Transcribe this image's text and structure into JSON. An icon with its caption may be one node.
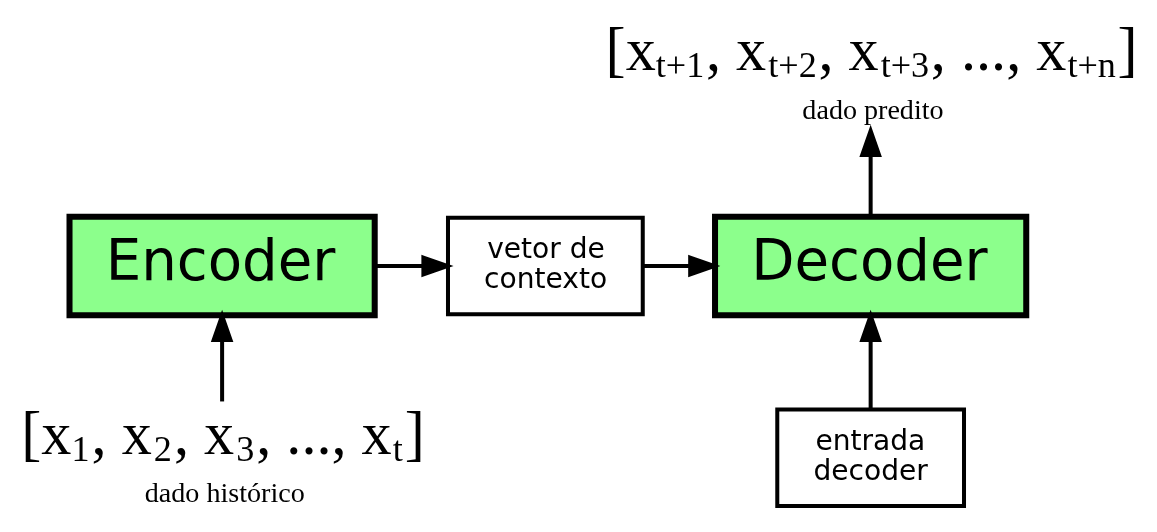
{
  "diagram": {
    "nodes": [
      {
        "text": [
          "Encoder"
        ]
      },
      {
        "text": [
          "vetor de contexto"
        ]
      },
      {
        "text": [
          "Decoder"
        ]
      },
      {
        "text": [
          "[x$_{1}$, x$_{2}$, x$_{3}$, ..., x$_{t}$]"
        ],
        "beside": [
          "dado histórico"
        ]
      },
      {
        "text": [
          "[x$_{t+1}$, x$_{t+2}$, x$_{t+3}$, ..., x$_{t+n}$]"
        ],
        "beside": [
          "dado predito"
        ]
      },
      {
        "text": [
          "entrada decoder"
        ]
      }
    ],
    "edges": [
      {
        "from": 3,
        "to": 0,
        "arrow": "to"
      },
      {
        "from": 0,
        "to": 1,
        "arrow": "to"
      },
      {
        "from": 1,
        "to": 2,
        "arrow": "to"
      },
      {
        "from": 5,
        "to": 2,
        "arrow": "to"
      },
      {
        "from": 2,
        "to": 4,
        "arrow": "to"
      }
    ]
  }
}
